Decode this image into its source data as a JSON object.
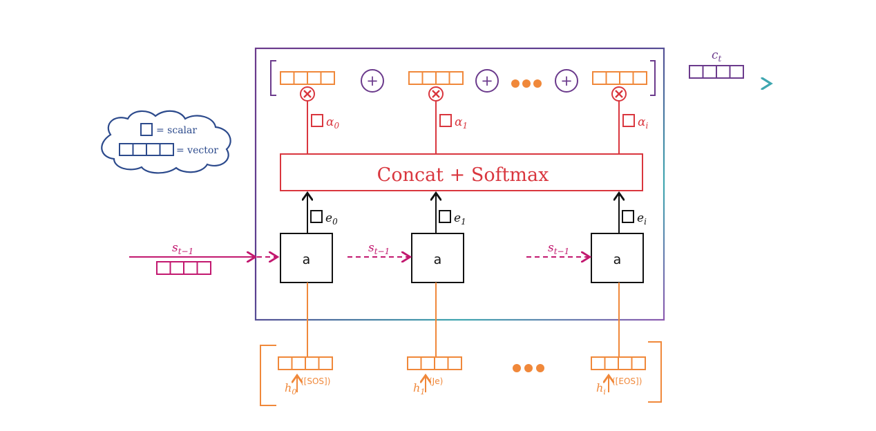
{
  "colors": {
    "orange": "#F0883A",
    "red": "#D9363E",
    "purple": "#6B3A8C",
    "magenta": "#C2186F",
    "navy": "#2C4A8C",
    "black": "#111111",
    "teal": "#3FA7B0"
  },
  "legend": {
    "scalar_label": "= scalar",
    "vector_label": "= vector"
  },
  "context": {
    "symbol": "c",
    "sub": "t"
  },
  "plus_symbol": "+",
  "concat_label": "Concat + Softmax",
  "state": {
    "symbol": "s",
    "sub": "t−1"
  },
  "attention_fn_label": "a",
  "columns": [
    {
      "alpha": {
        "symbol": "α",
        "sub": "0"
      },
      "energy": {
        "symbol": "e",
        "sub": "0"
      },
      "hidden": {
        "symbol": "h",
        "sub": "0"
      },
      "token": "([SOS])"
    },
    {
      "alpha": {
        "symbol": "α",
        "sub": "1"
      },
      "energy": {
        "symbol": "e",
        "sub": "1"
      },
      "hidden": {
        "symbol": "h",
        "sub": "1"
      },
      "token": "(Je)"
    },
    {
      "alpha": {
        "symbol": "α",
        "sub": "i"
      },
      "energy": {
        "symbol": "e",
        "sub": "i"
      },
      "hidden": {
        "symbol": "h",
        "sub": "i"
      },
      "token": "([EOS])"
    }
  ]
}
